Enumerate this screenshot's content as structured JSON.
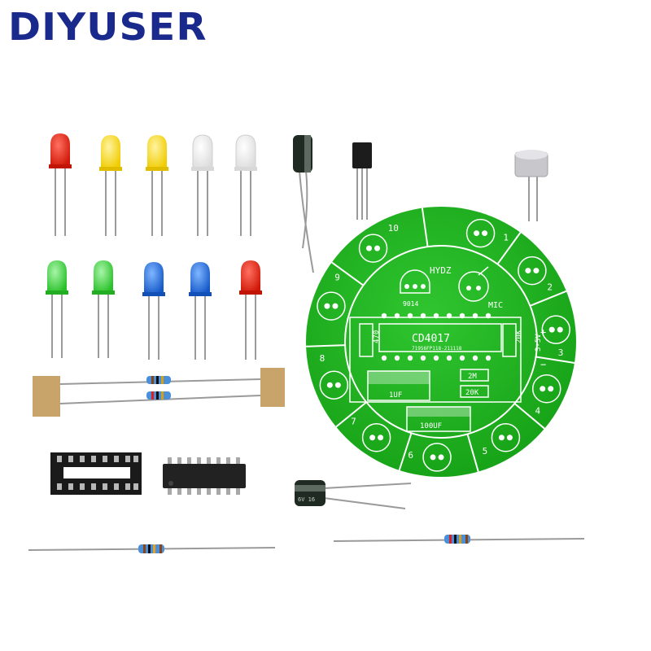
{
  "brand": {
    "logo_text": "DIYUSER"
  },
  "pcb": {
    "title": "HYDZ",
    "ic_label": "CD4017",
    "ic_subtext": "71956FP118-211118",
    "transistor_label": "9014",
    "mic_label": "MIC",
    "voltage_label": "3-5V",
    "plus_label": "+",
    "minus_label": "−",
    "resistor_470": "470",
    "resistor_20k_vertical": "20K",
    "resistor_2m": "2M",
    "resistor_20k": "20K",
    "cap_1uf": "1UF",
    "cap_100uf": "100UF",
    "pad_numbers": [
      "1",
      "2",
      "3",
      "4",
      "5",
      "6",
      "7",
      "8",
      "9",
      "10"
    ]
  },
  "capacitor_marking": "6V 16",
  "colors": {
    "pcb_green": "#1fb31f",
    "brand_blue": "#1a2a8c",
    "led_red": "#e02010",
    "led_yellow": "#f2d400",
    "led_white": "#f4f4f4",
    "led_green": "#38d238",
    "led_blue": "#1a6cd8"
  },
  "leds": [
    {
      "color": "red"
    },
    {
      "color": "yellow"
    },
    {
      "color": "yellow"
    },
    {
      "color": "white"
    },
    {
      "color": "white"
    },
    {
      "color": "green"
    },
    {
      "color": "green"
    },
    {
      "color": "blue"
    },
    {
      "color": "blue"
    },
    {
      "color": "red"
    }
  ]
}
